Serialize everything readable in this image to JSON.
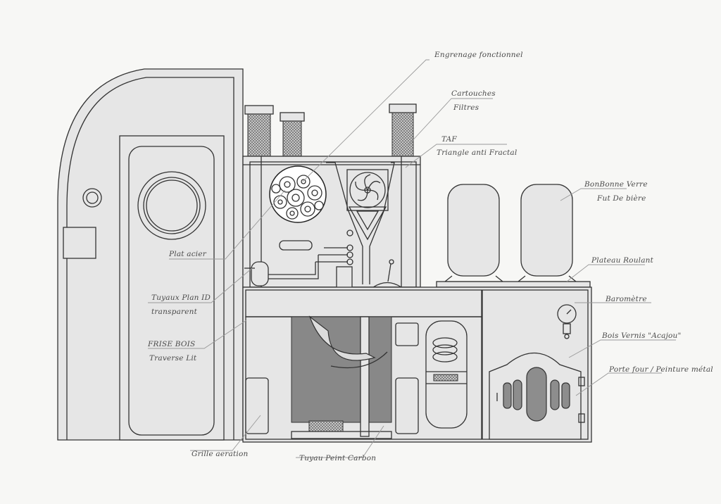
{
  "labels": {
    "engrenage": "Engrenage fonctionnel",
    "cartouches": "Cartouches",
    "filtres": "Filtres",
    "taf": "TAF",
    "triangle": "Triangle anti Fractal",
    "bonbonne": "BonBonne Verre",
    "fut": "Fut De bière",
    "plateau": "Plateau Roulant",
    "barometre": "Baromètre",
    "bois_vernis": "Bois Vernis \"Acajou\"",
    "porte_four": "Porte four / Peinture métal",
    "plat_acier": "Plat acier",
    "tuyaux": "Tuyaux Plan ID",
    "transparent": "transparent",
    "frise": "FRISE BOIS",
    "traverse": "Traverse Lit",
    "grille": "Grille aeration",
    "tuyau_peint": "Tuyau Peint Carbon"
  }
}
